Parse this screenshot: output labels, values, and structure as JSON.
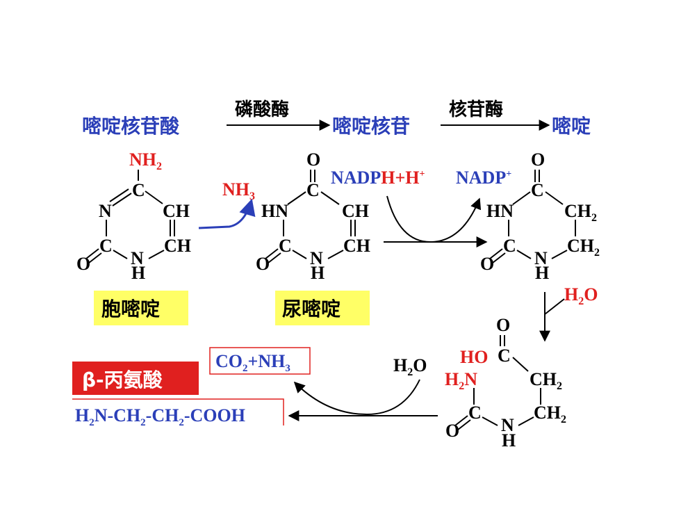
{
  "top_row": {
    "cmp_nucleotide": "嘧啶核苷酸",
    "enzyme_1": "磷酸酶",
    "cmp_nucleoside": "嘧啶核苷",
    "enzyme_2": "核苷酶",
    "cmp_pyrimidine": "嘧啶"
  },
  "cytosine": {
    "label": "胞嘧啶",
    "nh2_group": "NH",
    "nh2_sub": "2",
    "atom_C_top": "C",
    "atom_N_left": "N",
    "atom_CH_right": "CH",
    "atom_C_bl": "C",
    "atom_CH_br": "CH",
    "atom_N_bottom": "N",
    "atom_H_bottom": "H",
    "atom_O": "O"
  },
  "deamination": {
    "nh3_text": "NH",
    "nh3_sub": "3"
  },
  "uracil": {
    "label": "尿嘧啶",
    "atom_O_top": "O",
    "atom_C_top": "C",
    "atom_HN": "HN",
    "atom_CH_right": "CH",
    "atom_C_bl": "C",
    "atom_CH_br": "CH",
    "atom_N_bottom": "N",
    "atom_H_bottom": "H",
    "atom_O": "O"
  },
  "reduction": {
    "nadph_prefix": "NADP",
    "nadph_suffix": "H+H",
    "nadph_sup": "+",
    "nadp_text": "NADP",
    "nadp_sup": "+"
  },
  "dihydrouracil": {
    "atom_O_top": "O",
    "atom_C_top": "C",
    "atom_HN": "HN",
    "atom_CH2_r": "CH",
    "atom_CH2_r_sub": "2",
    "atom_C_bl": "C",
    "atom_CH2_br": "CH",
    "atom_CH2_br_sub": "2",
    "atom_N_bottom": "N",
    "atom_H_bottom": "H",
    "atom_O": "O"
  },
  "hydrolysis_1": {
    "h2o_h": "H",
    "h2o_sub": "2",
    "h2o_o": "O"
  },
  "ureidopropionate": {
    "atom_O_top": "O",
    "atom_HO": "HO",
    "atom_C_top": "C",
    "atom_H2N_h": "H",
    "atom_H2N_sub": "2",
    "atom_H2N_n": "N",
    "atom_CH2_r": "CH",
    "atom_CH2_r_sub": "2",
    "atom_C_bl": "C",
    "atom_CH2_br": "CH",
    "atom_CH2_br_sub": "2",
    "atom_N_bottom": "N",
    "atom_H_bottom": "H",
    "atom_O": "O"
  },
  "hydrolysis_2": {
    "h2o_h": "H",
    "h2o_sub": "2",
    "h2o_o": "O"
  },
  "byproducts": {
    "co2_a": "CO",
    "co2_sub": "2",
    "co2_b": "+NH",
    "nh3_sub": "3"
  },
  "product": {
    "name": "β-丙氨酸",
    "formula_parts": [
      "H",
      "2",
      "N-CH",
      "2",
      "-CH",
      "2",
      "-COOH"
    ]
  },
  "colors": {
    "blue": "#2b3fb8",
    "red": "#e0201f",
    "highlight": "#ffff66",
    "box_red": "#e0201f"
  }
}
